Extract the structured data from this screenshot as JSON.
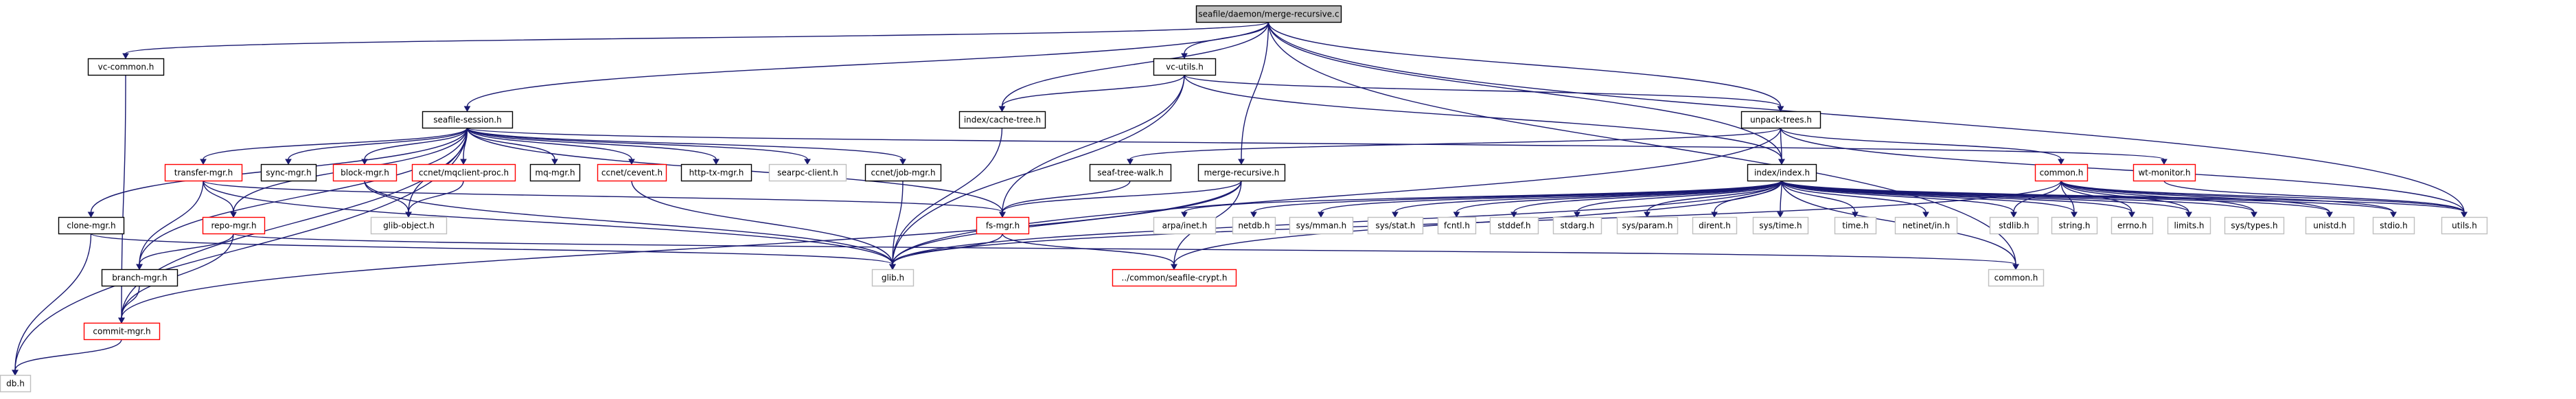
{
  "colors": {
    "edge": "#191970",
    "border_default": "#000000",
    "border_missing": "#bfbfbf",
    "border_doc": "#ff0000",
    "fill_default": "#ffffff",
    "fill_root": "#bfbfbf"
  },
  "nodes": [
    {
      "id": "root",
      "label": "seafile/daemon/merge-recursive.c",
      "style": "root"
    },
    {
      "id": "vc_common",
      "label": "vc-common.h",
      "style": "default"
    },
    {
      "id": "seafile_session",
      "label": "seafile-session.h",
      "style": "default"
    },
    {
      "id": "vc_utils",
      "label": "vc-utils.h",
      "style": "default"
    },
    {
      "id": "cache_tree",
      "label": "index/cache-tree.h",
      "style": "default"
    },
    {
      "id": "unpack_trees",
      "label": "unpack-trees.h",
      "style": "default"
    },
    {
      "id": "transfer_mgr",
      "label": "transfer-mgr.h",
      "style": "doc"
    },
    {
      "id": "sync_mgr",
      "label": "sync-mgr.h",
      "style": "default"
    },
    {
      "id": "block_mgr",
      "label": "block-mgr.h",
      "style": "doc"
    },
    {
      "id": "mqclient",
      "label": "ccnet/mqclient-proc.h",
      "style": "doc"
    },
    {
      "id": "mq_mgr",
      "label": "mq-mgr.h",
      "style": "default"
    },
    {
      "id": "cevent",
      "label": "ccnet/cevent.h",
      "style": "doc"
    },
    {
      "id": "http_tx",
      "label": "http-tx-mgr.h",
      "style": "default"
    },
    {
      "id": "searpc",
      "label": "searpc-client.h",
      "style": "missing"
    },
    {
      "id": "job_mgr",
      "label": "ccnet/job-mgr.h",
      "style": "default"
    },
    {
      "id": "seaf_tree_walk",
      "label": "seaf-tree-walk.h",
      "style": "default"
    },
    {
      "id": "merge_recursive",
      "label": "merge-recursive.h",
      "style": "default"
    },
    {
      "id": "index_h",
      "label": "index/index.h",
      "style": "default"
    },
    {
      "id": "common_red",
      "label": "common.h",
      "style": "doc"
    },
    {
      "id": "wt_monitor",
      "label": "wt-monitor.h",
      "style": "doc"
    },
    {
      "id": "clone_mgr",
      "label": "clone-mgr.h",
      "style": "default"
    },
    {
      "id": "repo_mgr",
      "label": "repo-mgr.h",
      "style": "doc"
    },
    {
      "id": "glib_object",
      "label": "glib-object.h",
      "style": "missing"
    },
    {
      "id": "fs_mgr",
      "label": "fs-mgr.h",
      "style": "doc"
    },
    {
      "id": "arpa_inet",
      "label": "arpa/inet.h",
      "style": "missing"
    },
    {
      "id": "netdb",
      "label": "netdb.h",
      "style": "missing"
    },
    {
      "id": "sys_mman",
      "label": "sys/mman.h",
      "style": "missing"
    },
    {
      "id": "sys_stat",
      "label": "sys/stat.h",
      "style": "missing"
    },
    {
      "id": "fcntl",
      "label": "fcntl.h",
      "style": "missing"
    },
    {
      "id": "stddef",
      "label": "stddef.h",
      "style": "missing"
    },
    {
      "id": "stdarg",
      "label": "stdarg.h",
      "style": "missing"
    },
    {
      "id": "sys_param",
      "label": "sys/param.h",
      "style": "missing"
    },
    {
      "id": "dirent",
      "label": "dirent.h",
      "style": "missing"
    },
    {
      "id": "sys_time",
      "label": "sys/time.h",
      "style": "missing"
    },
    {
      "id": "time_h",
      "label": "time.h",
      "style": "missing"
    },
    {
      "id": "netinet_in",
      "label": "netinet/in.h",
      "style": "missing"
    },
    {
      "id": "stdlib",
      "label": "stdlib.h",
      "style": "missing"
    },
    {
      "id": "string_h",
      "label": "string.h",
      "style": "missing"
    },
    {
      "id": "errno",
      "label": "errno.h",
      "style": "missing"
    },
    {
      "id": "limits",
      "label": "limits.h",
      "style": "missing"
    },
    {
      "id": "sys_types",
      "label": "sys/types.h",
      "style": "missing"
    },
    {
      "id": "unistd",
      "label": "unistd.h",
      "style": "missing"
    },
    {
      "id": "stdio",
      "label": "stdio.h",
      "style": "missing"
    },
    {
      "id": "utils",
      "label": "utils.h",
      "style": "missing"
    },
    {
      "id": "branch_mgr",
      "label": "branch-mgr.h",
      "style": "default"
    },
    {
      "id": "glib",
      "label": "glib.h",
      "style": "missing"
    },
    {
      "id": "seafile_crypt",
      "label": "../common/seafile-crypt.h",
      "style": "doc"
    },
    {
      "id": "common_gray",
      "label": "common.h",
      "style": "missing"
    },
    {
      "id": "commit_mgr",
      "label": "commit-mgr.h",
      "style": "doc"
    },
    {
      "id": "db",
      "label": "db.h",
      "style": "missing"
    }
  ],
  "edges": [
    [
      "root",
      "vc_common"
    ],
    [
      "root",
      "seafile_session"
    ],
    [
      "root",
      "vc_utils"
    ],
    [
      "root",
      "cache_tree"
    ],
    [
      "root",
      "unpack_trees"
    ],
    [
      "root",
      "merge_recursive"
    ],
    [
      "root",
      "index_h"
    ],
    [
      "root",
      "utils"
    ],
    [
      "root",
      "common_gray"
    ],
    [
      "vc_common",
      "commit_mgr"
    ],
    [
      "seafile_session",
      "db"
    ],
    [
      "seafile_session",
      "clone_mgr"
    ],
    [
      "seafile_session",
      "transfer_mgr"
    ],
    [
      "seafile_session",
      "sync_mgr"
    ],
    [
      "seafile_session",
      "block_mgr"
    ],
    [
      "seafile_session",
      "mqclient"
    ],
    [
      "seafile_session",
      "mq_mgr"
    ],
    [
      "seafile_session",
      "cevent"
    ],
    [
      "seafile_session",
      "http_tx"
    ],
    [
      "seafile_session",
      "searpc"
    ],
    [
      "seafile_session",
      "job_mgr"
    ],
    [
      "seafile_session",
      "wt_monitor"
    ],
    [
      "seafile_session",
      "glib_object"
    ],
    [
      "seafile_session",
      "fs_mgr"
    ],
    [
      "seafile_session",
      "repo_mgr"
    ],
    [
      "seafile_session",
      "branch_mgr"
    ],
    [
      "seafile_session",
      "commit_mgr"
    ],
    [
      "vc_utils",
      "cache_tree"
    ],
    [
      "vc_utils",
      "unpack_trees"
    ],
    [
      "vc_utils",
      "index_h"
    ],
    [
      "vc_utils",
      "fs_mgr"
    ],
    [
      "vc_utils",
      "glib"
    ],
    [
      "cache_tree",
      "glib"
    ],
    [
      "unpack_trees",
      "seaf_tree_walk"
    ],
    [
      "unpack_trees",
      "index_h"
    ],
    [
      "unpack_trees",
      "common_red"
    ],
    [
      "unpack_trees",
      "utils"
    ],
    [
      "unpack_trees",
      "glib"
    ],
    [
      "transfer_mgr",
      "repo_mgr"
    ],
    [
      "transfer_mgr",
      "branch_mgr"
    ],
    [
      "transfer_mgr",
      "glib"
    ],
    [
      "transfer_mgr",
      "fs_mgr"
    ],
    [
      "block_mgr",
      "glib_object"
    ],
    [
      "block_mgr",
      "glib"
    ],
    [
      "mqclient",
      "glib_object"
    ],
    [
      "cevent",
      "glib"
    ],
    [
      "job_mgr",
      "glib"
    ],
    [
      "seaf_tree_walk",
      "fs_mgr"
    ],
    [
      "merge_recursive",
      "fs_mgr"
    ],
    [
      "merge_recursive",
      "commit_mgr"
    ],
    [
      "merge_recursive",
      "glib"
    ],
    [
      "merge_recursive",
      "seafile_crypt"
    ],
    [
      "index_h",
      "arpa_inet"
    ],
    [
      "index_h",
      "netdb"
    ],
    [
      "index_h",
      "sys_mman"
    ],
    [
      "index_h",
      "sys_stat"
    ],
    [
      "index_h",
      "fcntl"
    ],
    [
      "index_h",
      "stddef"
    ],
    [
      "index_h",
      "stdarg"
    ],
    [
      "index_h",
      "sys_param"
    ],
    [
      "index_h",
      "dirent"
    ],
    [
      "index_h",
      "sys_time"
    ],
    [
      "index_h",
      "time_h"
    ],
    [
      "index_h",
      "netinet_in"
    ],
    [
      "index_h",
      "stdlib"
    ],
    [
      "index_h",
      "string_h"
    ],
    [
      "index_h",
      "errno"
    ],
    [
      "index_h",
      "limits"
    ],
    [
      "index_h",
      "sys_types"
    ],
    [
      "index_h",
      "unistd"
    ],
    [
      "index_h",
      "stdio"
    ],
    [
      "index_h",
      "utils"
    ],
    [
      "index_h",
      "common_gray"
    ],
    [
      "index_h",
      "glib"
    ],
    [
      "index_h",
      "seafile_crypt"
    ],
    [
      "common_red",
      "stdlib"
    ],
    [
      "common_red",
      "string_h"
    ],
    [
      "common_red",
      "errno"
    ],
    [
      "common_red",
      "limits"
    ],
    [
      "common_red",
      "sys_types"
    ],
    [
      "common_red",
      "unistd"
    ],
    [
      "common_red",
      "stdio"
    ],
    [
      "common_red",
      "utils"
    ],
    [
      "common_red",
      "glib"
    ],
    [
      "wt_monitor",
      "utils"
    ],
    [
      "clone_mgr",
      "db"
    ],
    [
      "clone_mgr",
      "glib"
    ],
    [
      "repo_mgr",
      "branch_mgr"
    ],
    [
      "repo_mgr",
      "commit_mgr"
    ],
    [
      "repo_mgr",
      "common_gray"
    ],
    [
      "fs_mgr",
      "glib"
    ],
    [
      "fs_mgr",
      "seafile_crypt"
    ],
    [
      "branch_mgr",
      "commit_mgr"
    ],
    [
      "commit_mgr",
      "db"
    ]
  ]
}
